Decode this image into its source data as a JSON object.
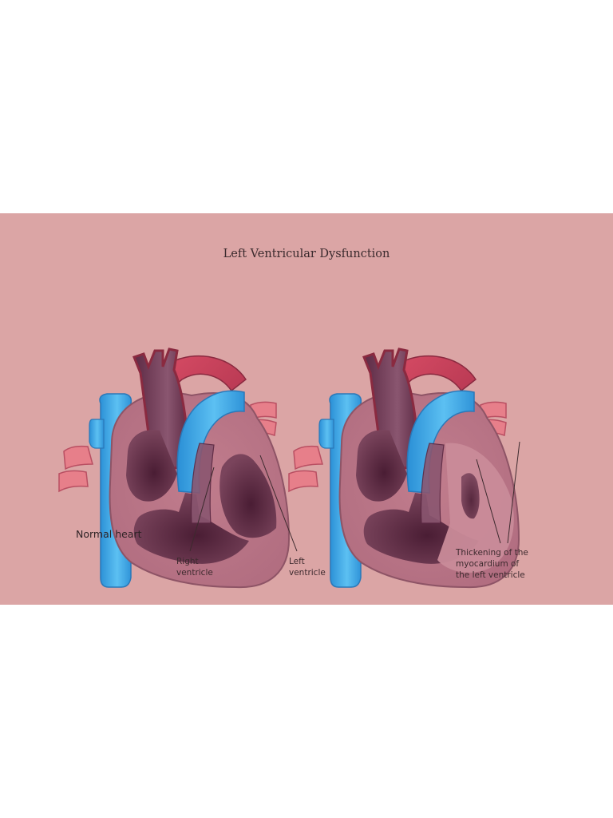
{
  "title": "Left Ventricular Dysfunction",
  "labels": {
    "normal_heart": "Normal heart",
    "right_ventricle": [
      "Right",
      "ventricle"
    ],
    "left_ventricle": [
      "Left",
      "ventricle"
    ],
    "thickening": [
      "Thickening of the",
      "myocardium of",
      "the left ventricle"
    ]
  },
  "colors": {
    "background": "#dba5a5",
    "heart_wall": "#c98693",
    "heart_outline": "#8e5466",
    "chamber": "#6f3a52",
    "chamber_dark": "#4f2238",
    "artery_red": "#c9405a",
    "vein_blue": "#3fa6e6",
    "pulmonary_pink": "#e77f8a"
  }
}
